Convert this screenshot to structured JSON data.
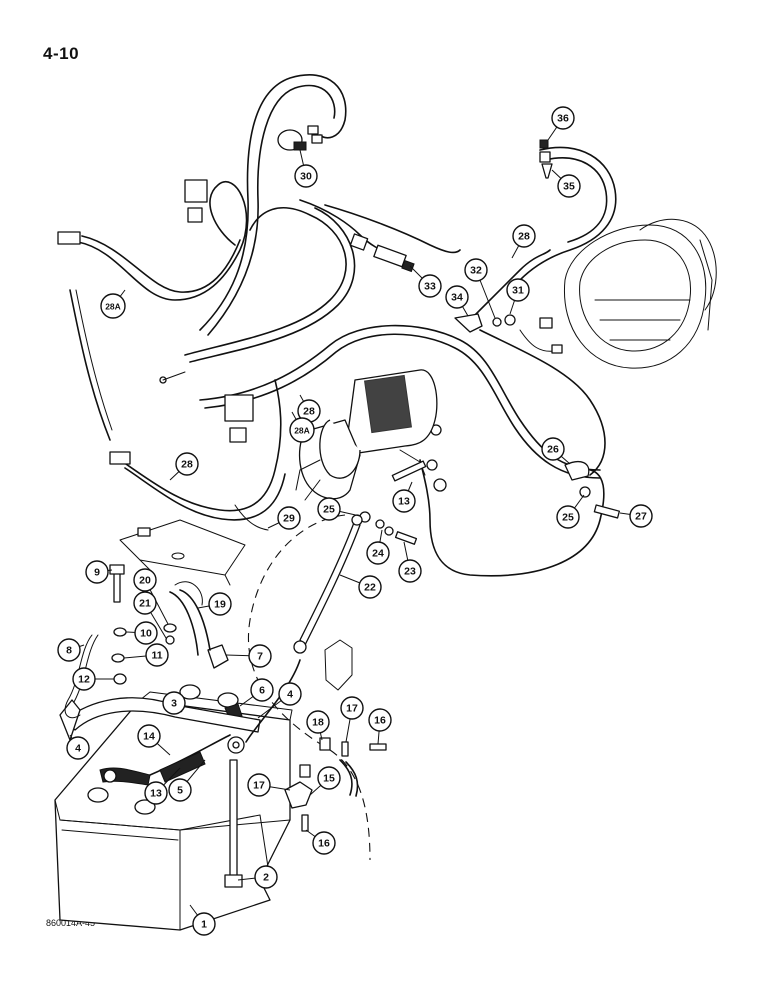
{
  "page": {
    "number": "4-10",
    "figure_id": "860014A-45"
  },
  "callouts": [
    {
      "id": "c36",
      "label": "36"
    },
    {
      "id": "c35",
      "label": "35"
    },
    {
      "id": "c30",
      "label": "30"
    },
    {
      "id": "c28a",
      "label": "28"
    },
    {
      "id": "c33",
      "label": "33"
    },
    {
      "id": "c32",
      "label": "32"
    },
    {
      "id": "c31",
      "label": "31"
    },
    {
      "id": "c34",
      "label": "34"
    },
    {
      "id": "c28Aa",
      "label": "28A"
    },
    {
      "id": "c28b",
      "label": "28"
    },
    {
      "id": "c28Ab",
      "label": "28A"
    },
    {
      "id": "c26",
      "label": "26"
    },
    {
      "id": "c28c",
      "label": "28"
    },
    {
      "id": "c13a",
      "label": "13"
    },
    {
      "id": "c25a",
      "label": "25"
    },
    {
      "id": "c29",
      "label": "29"
    },
    {
      "id": "c25b",
      "label": "25"
    },
    {
      "id": "c27",
      "label": "27"
    },
    {
      "id": "c24",
      "label": "24"
    },
    {
      "id": "c23",
      "label": "23"
    },
    {
      "id": "c22",
      "label": "22"
    },
    {
      "id": "c9",
      "label": "9"
    },
    {
      "id": "c20",
      "label": "20"
    },
    {
      "id": "c21",
      "label": "21"
    },
    {
      "id": "c19",
      "label": "19"
    },
    {
      "id": "c8",
      "label": "8"
    },
    {
      "id": "c10",
      "label": "10"
    },
    {
      "id": "c11",
      "label": "11"
    },
    {
      "id": "c7",
      "label": "7"
    },
    {
      "id": "c12",
      "label": "12"
    },
    {
      "id": "c6",
      "label": "6"
    },
    {
      "id": "c4a",
      "label": "4"
    },
    {
      "id": "c3",
      "label": "3"
    },
    {
      "id": "c17a",
      "label": "17"
    },
    {
      "id": "c16a",
      "label": "16"
    },
    {
      "id": "c18",
      "label": "18"
    },
    {
      "id": "c4b",
      "label": "4"
    },
    {
      "id": "c14",
      "label": "14"
    },
    {
      "id": "c17b",
      "label": "17"
    },
    {
      "id": "c15",
      "label": "15"
    },
    {
      "id": "c13b",
      "label": "13"
    },
    {
      "id": "c5",
      "label": "5"
    },
    {
      "id": "c16b",
      "label": "16"
    },
    {
      "id": "c2",
      "label": "2"
    },
    {
      "id": "c1",
      "label": "1"
    }
  ]
}
